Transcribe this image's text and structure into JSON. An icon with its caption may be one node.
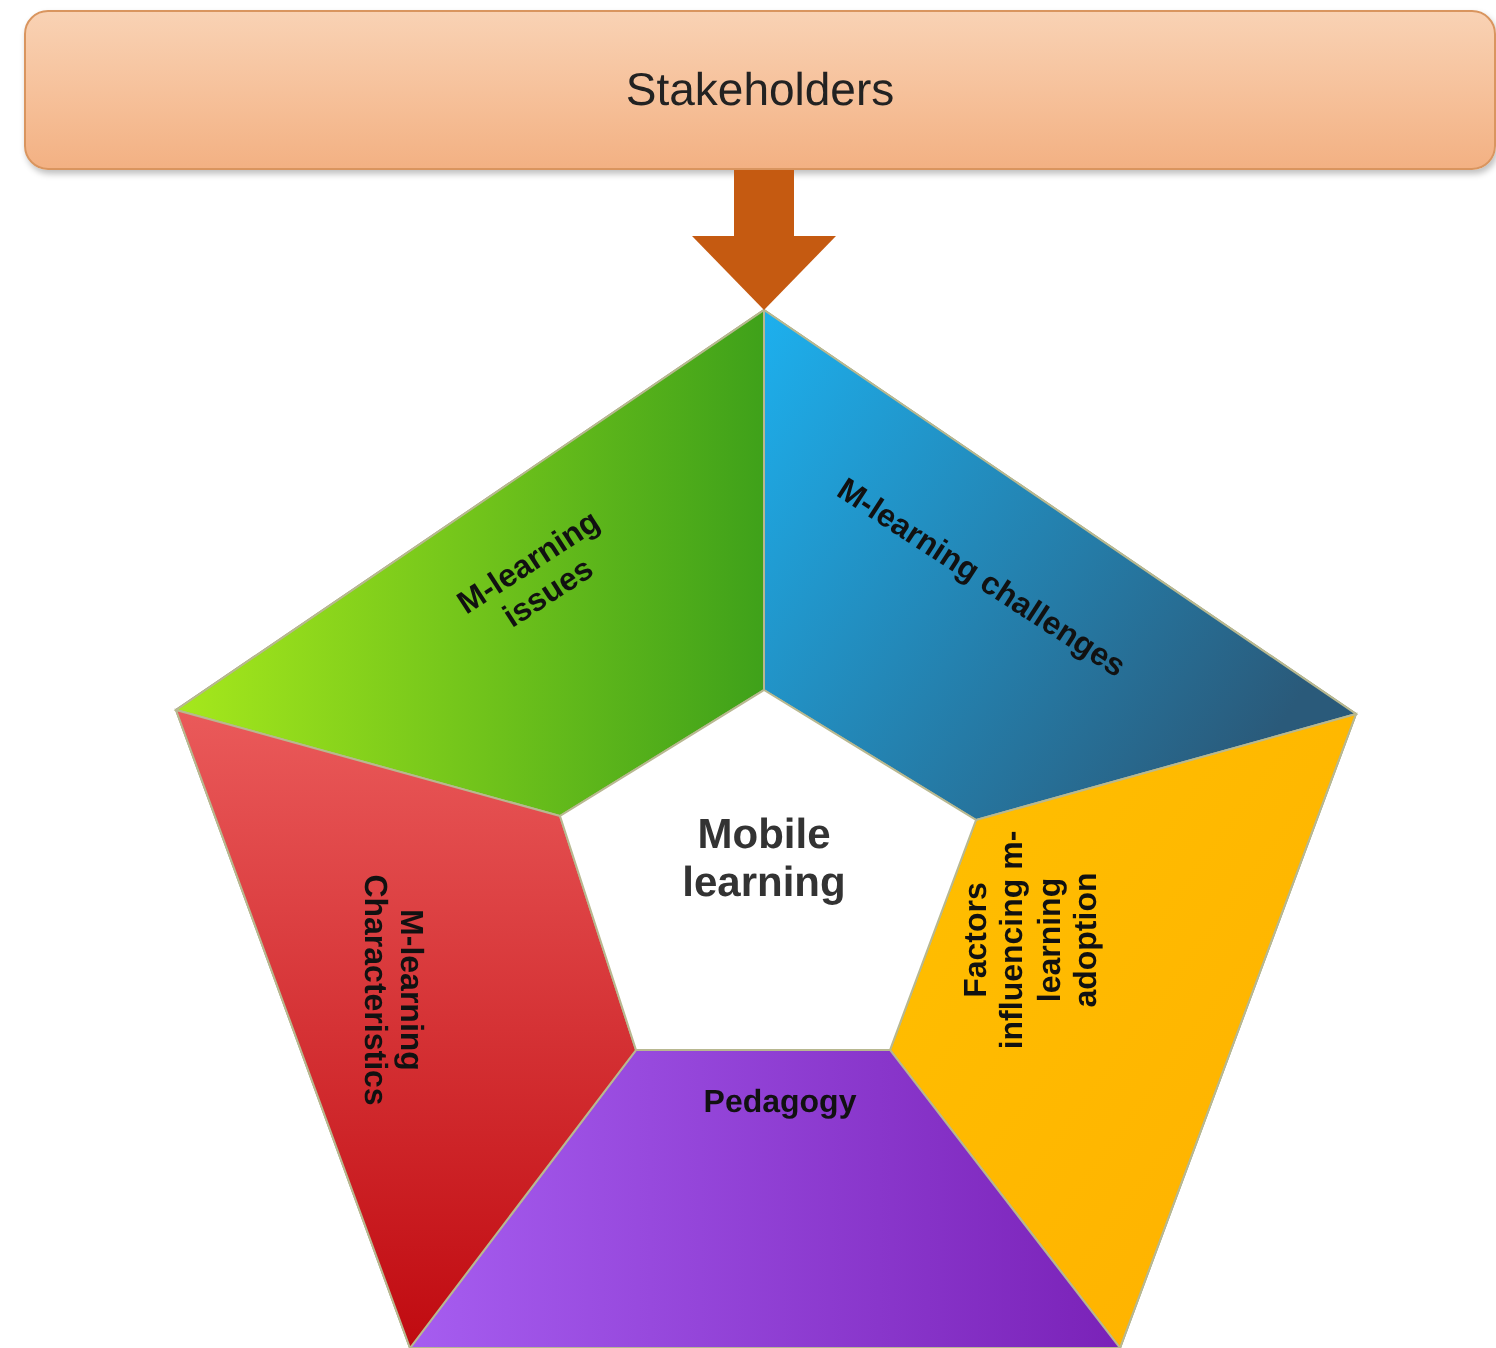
{
  "diagram": {
    "nodes": [
      {
        "text": [
          "Stakeholders"
        ]
      },
      {
        "text": [],
        "shape": "pentagon"
      },
      {
        "text": [
          "M-learning issues"
        ],
        "in": 1
      },
      {
        "text": [
          "M-learning challenges"
        ],
        "in": 1
      },
      {
        "text": [
          "Factors influencing m-learning adoption"
        ],
        "in": 1
      },
      {
        "text": [
          "Pedagogy"
        ],
        "in": 1
      },
      {
        "text": [
          "M-learning Characteristics"
        ],
        "in": 1
      },
      {
        "text": [
          "Mobile learning"
        ],
        "in": 1
      }
    ],
    "edges": [
      {
        "from": 0,
        "to": 1,
        "arrow": "to"
      }
    ]
  }
}
